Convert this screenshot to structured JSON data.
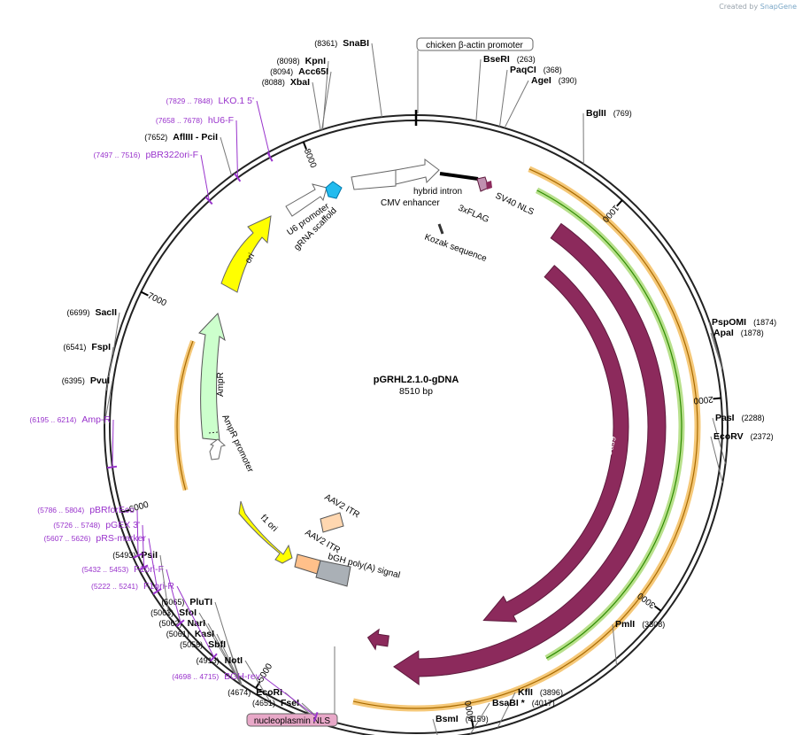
{
  "credit": {
    "prefix": "Created by",
    "brand": "SnapGene"
  },
  "plasmid": {
    "name": "pGRHL2.1.0-gDNA",
    "size_label": "8510 bp",
    "length": 8510
  },
  "ticks": [
    "1000",
    "2000",
    "3000",
    "4000",
    "5000",
    "6000",
    "7000",
    "8000"
  ],
  "colors": {
    "cas9": "#8c2a5c",
    "ori": "#ffff00",
    "ampr": "#ccffcc",
    "primer": "#9933cc",
    "highlight_orange": "#f5c878",
    "highlight_green": "#9ad26b"
  },
  "sites": [
    {
      "name": "SnaBI",
      "pos": "(8361)"
    },
    {
      "name": "KpnI",
      "pos": "(8098)"
    },
    {
      "name": "Acc65I",
      "pos": "(8094)"
    },
    {
      "name": "XbaI",
      "pos": "(8088)"
    },
    {
      "name": "AflIII - PciI",
      "pos": "(7652)"
    },
    {
      "name": "SacII",
      "pos": "(6699)"
    },
    {
      "name": "FspI",
      "pos": "(6541)"
    },
    {
      "name": "PvuI",
      "pos": "(6395)"
    },
    {
      "name": "PsiI",
      "pos": "(5493)"
    },
    {
      "name": "PluTI",
      "pos": "(5065)"
    },
    {
      "name": "SfoI",
      "pos": "(5063)"
    },
    {
      "name": "NarI",
      "pos": "(5062)"
    },
    {
      "name": "KasI",
      "pos": "(5061)"
    },
    {
      "name": "SbfI",
      "pos": "(5058)"
    },
    {
      "name": "NotI",
      "pos": "(4913)"
    },
    {
      "name": "EcoRI",
      "pos": "(4674)"
    },
    {
      "name": "FseI",
      "pos": "(4651)"
    },
    {
      "name": "BseRI",
      "pos": "(263)"
    },
    {
      "name": "PaqCI",
      "pos": "(368)"
    },
    {
      "name": "AgeI",
      "pos": "(390)"
    },
    {
      "name": "BglII",
      "pos": "(769)"
    },
    {
      "name": "PspOMI",
      "pos": "(1874)"
    },
    {
      "name": "ApaI",
      "pos": "(1878)"
    },
    {
      "name": "PasI",
      "pos": "(2288)"
    },
    {
      "name": "EcoRV",
      "pos": "(2372)"
    },
    {
      "name": "PmlI",
      "pos": "(3308)"
    },
    {
      "name": "KflI",
      "pos": "(3896)"
    },
    {
      "name": "BsaBI *",
      "pos": "(4017)"
    },
    {
      "name": "BsmI",
      "pos": "(4159)"
    }
  ],
  "primers": [
    {
      "name": "LKO.1 5'",
      "range": "(7829 .. 7848)"
    },
    {
      "name": "hU6-F",
      "range": "(7658 .. 7678)"
    },
    {
      "name": "pBR322ori-F",
      "range": "(7497 .. 7516)"
    },
    {
      "name": "Amp-R",
      "range": "(6195 .. 6214)"
    },
    {
      "name": "pBRforEco",
      "range": "(5786 .. 5804)"
    },
    {
      "name": "pGEX 3'",
      "range": "(5726 .. 5748)"
    },
    {
      "name": "pRS-marker",
      "range": "(5607 .. 5626)"
    },
    {
      "name": "F1ori-F",
      "range": "(5432 .. 5453)"
    },
    {
      "name": "F1ori-R",
      "range": "(5222 .. 5241)"
    },
    {
      "name": "BGH-rev",
      "range": "(4698 .. 4715)"
    }
  ],
  "boxed": {
    "top": "chicken β-actin promoter",
    "bottom": "nucleoplasmin NLS"
  },
  "features": {
    "hybrid_intron": "hybrid intron",
    "cmv_enhancer": "CMV enhancer",
    "sv40_nls": "SV40 NLS",
    "flag": "3xFLAG",
    "kozak": "Kozak sequence",
    "u6": "U6 promoter",
    "grna": "gRNA scaffold",
    "ori": "ori",
    "ampr": "AmpR",
    "ampr_promoter": "AmpR promoter",
    "f1ori": "f1 ori",
    "aav2_itr_a": "AAV2 ITR",
    "aav2_itr_b": "AAV2 ITR",
    "bgh": "bGH poly(A) signal",
    "cas9_inner": "Cas9",
    "cas9_outer": "Cas9"
  }
}
